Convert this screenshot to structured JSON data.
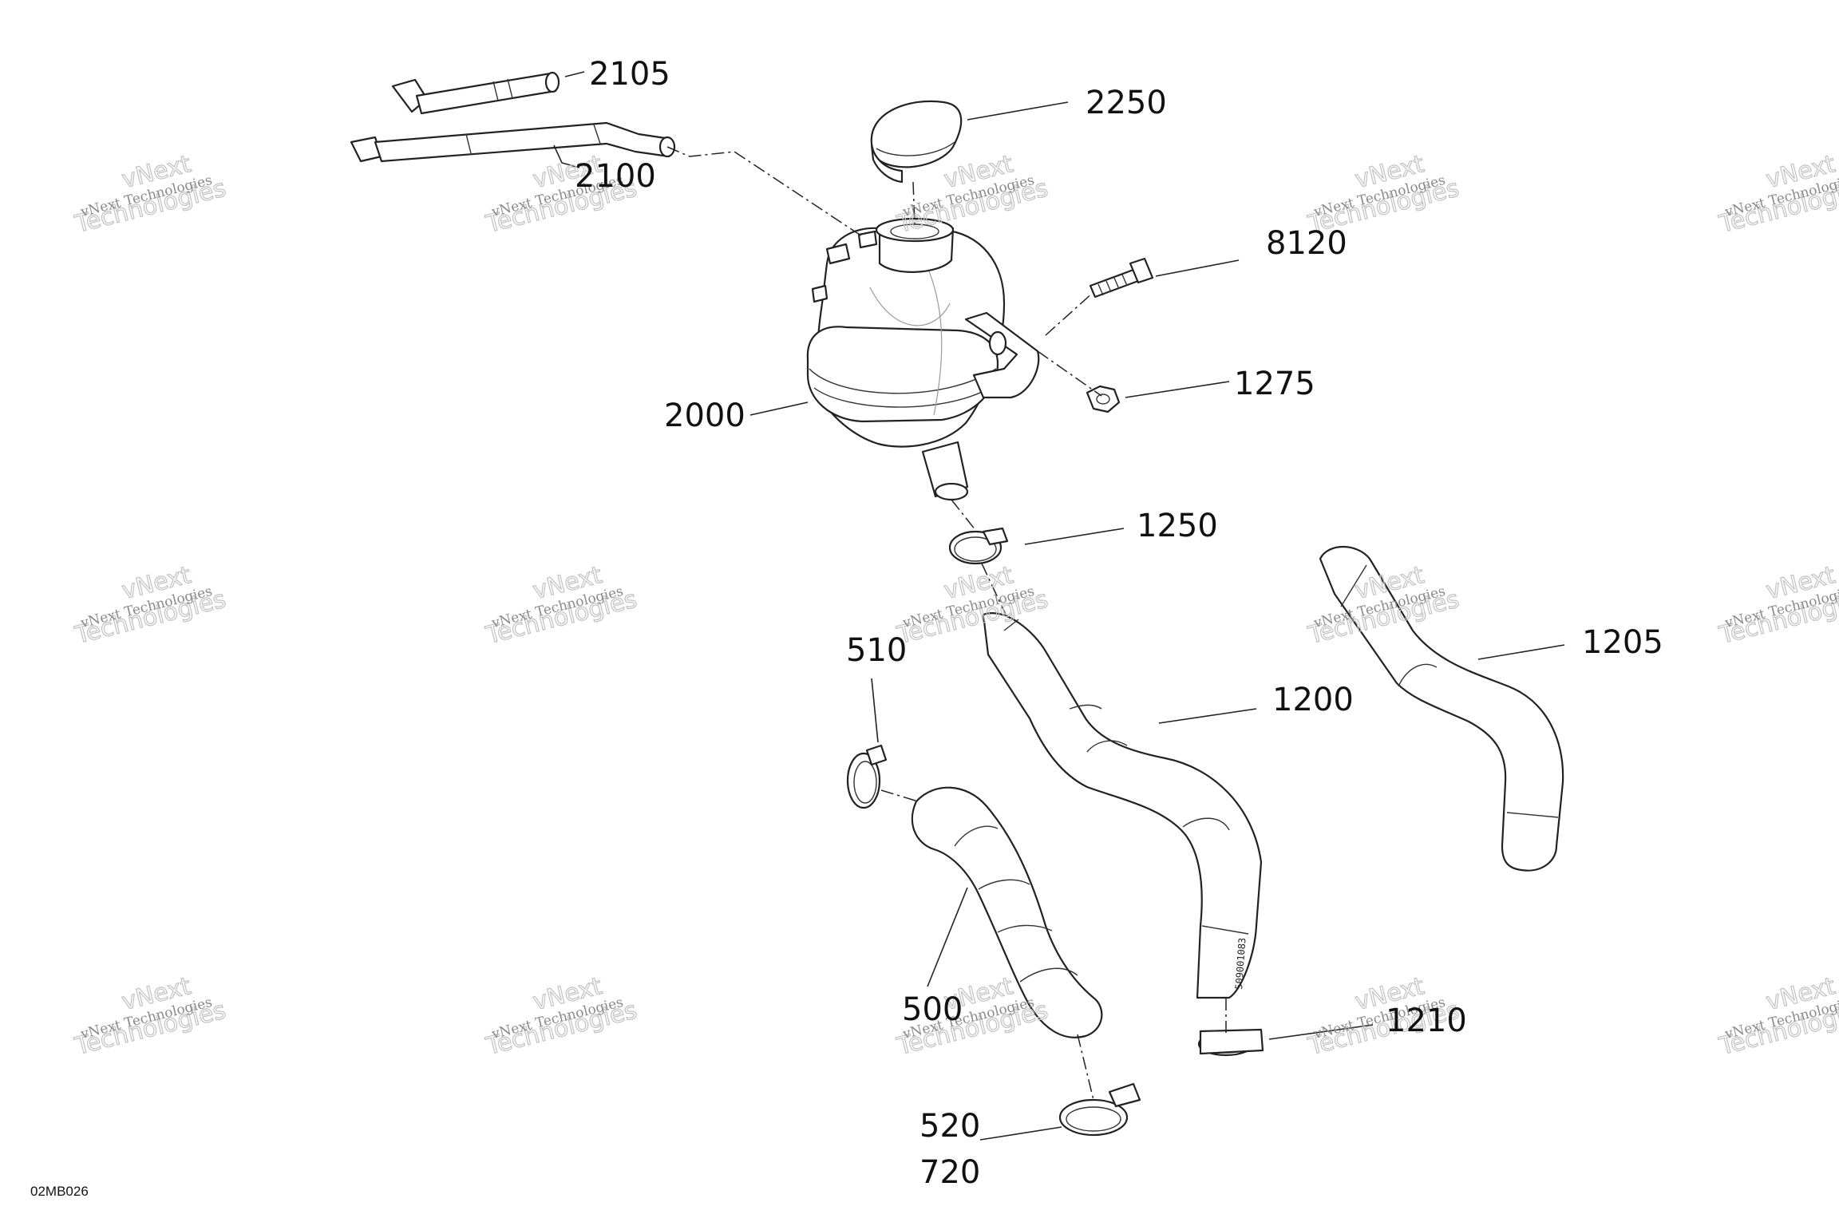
{
  "diagram": {
    "document_code": "02MB026",
    "watermark": {
      "line1": "vNext Technologies",
      "line2": "Technologies",
      "overlay": "vNext"
    },
    "parts": [
      {
        "id": "2105",
        "label": "2105"
      },
      {
        "id": "2100",
        "label": "2100"
      },
      {
        "id": "2250",
        "label": "2250"
      },
      {
        "id": "8120",
        "label": "8120"
      },
      {
        "id": "1275",
        "label": "1275"
      },
      {
        "id": "2000",
        "label": "2000"
      },
      {
        "id": "1250",
        "label": "1250"
      },
      {
        "id": "510",
        "label": "510"
      },
      {
        "id": "1205",
        "label": "1205"
      },
      {
        "id": "1200",
        "label": "1200"
      },
      {
        "id": "500",
        "label": "500"
      },
      {
        "id": "1210",
        "label": "1210"
      },
      {
        "id": "520",
        "label": "520"
      },
      {
        "id": "720",
        "label": "720"
      }
    ],
    "hose_marking": "509001083"
  }
}
